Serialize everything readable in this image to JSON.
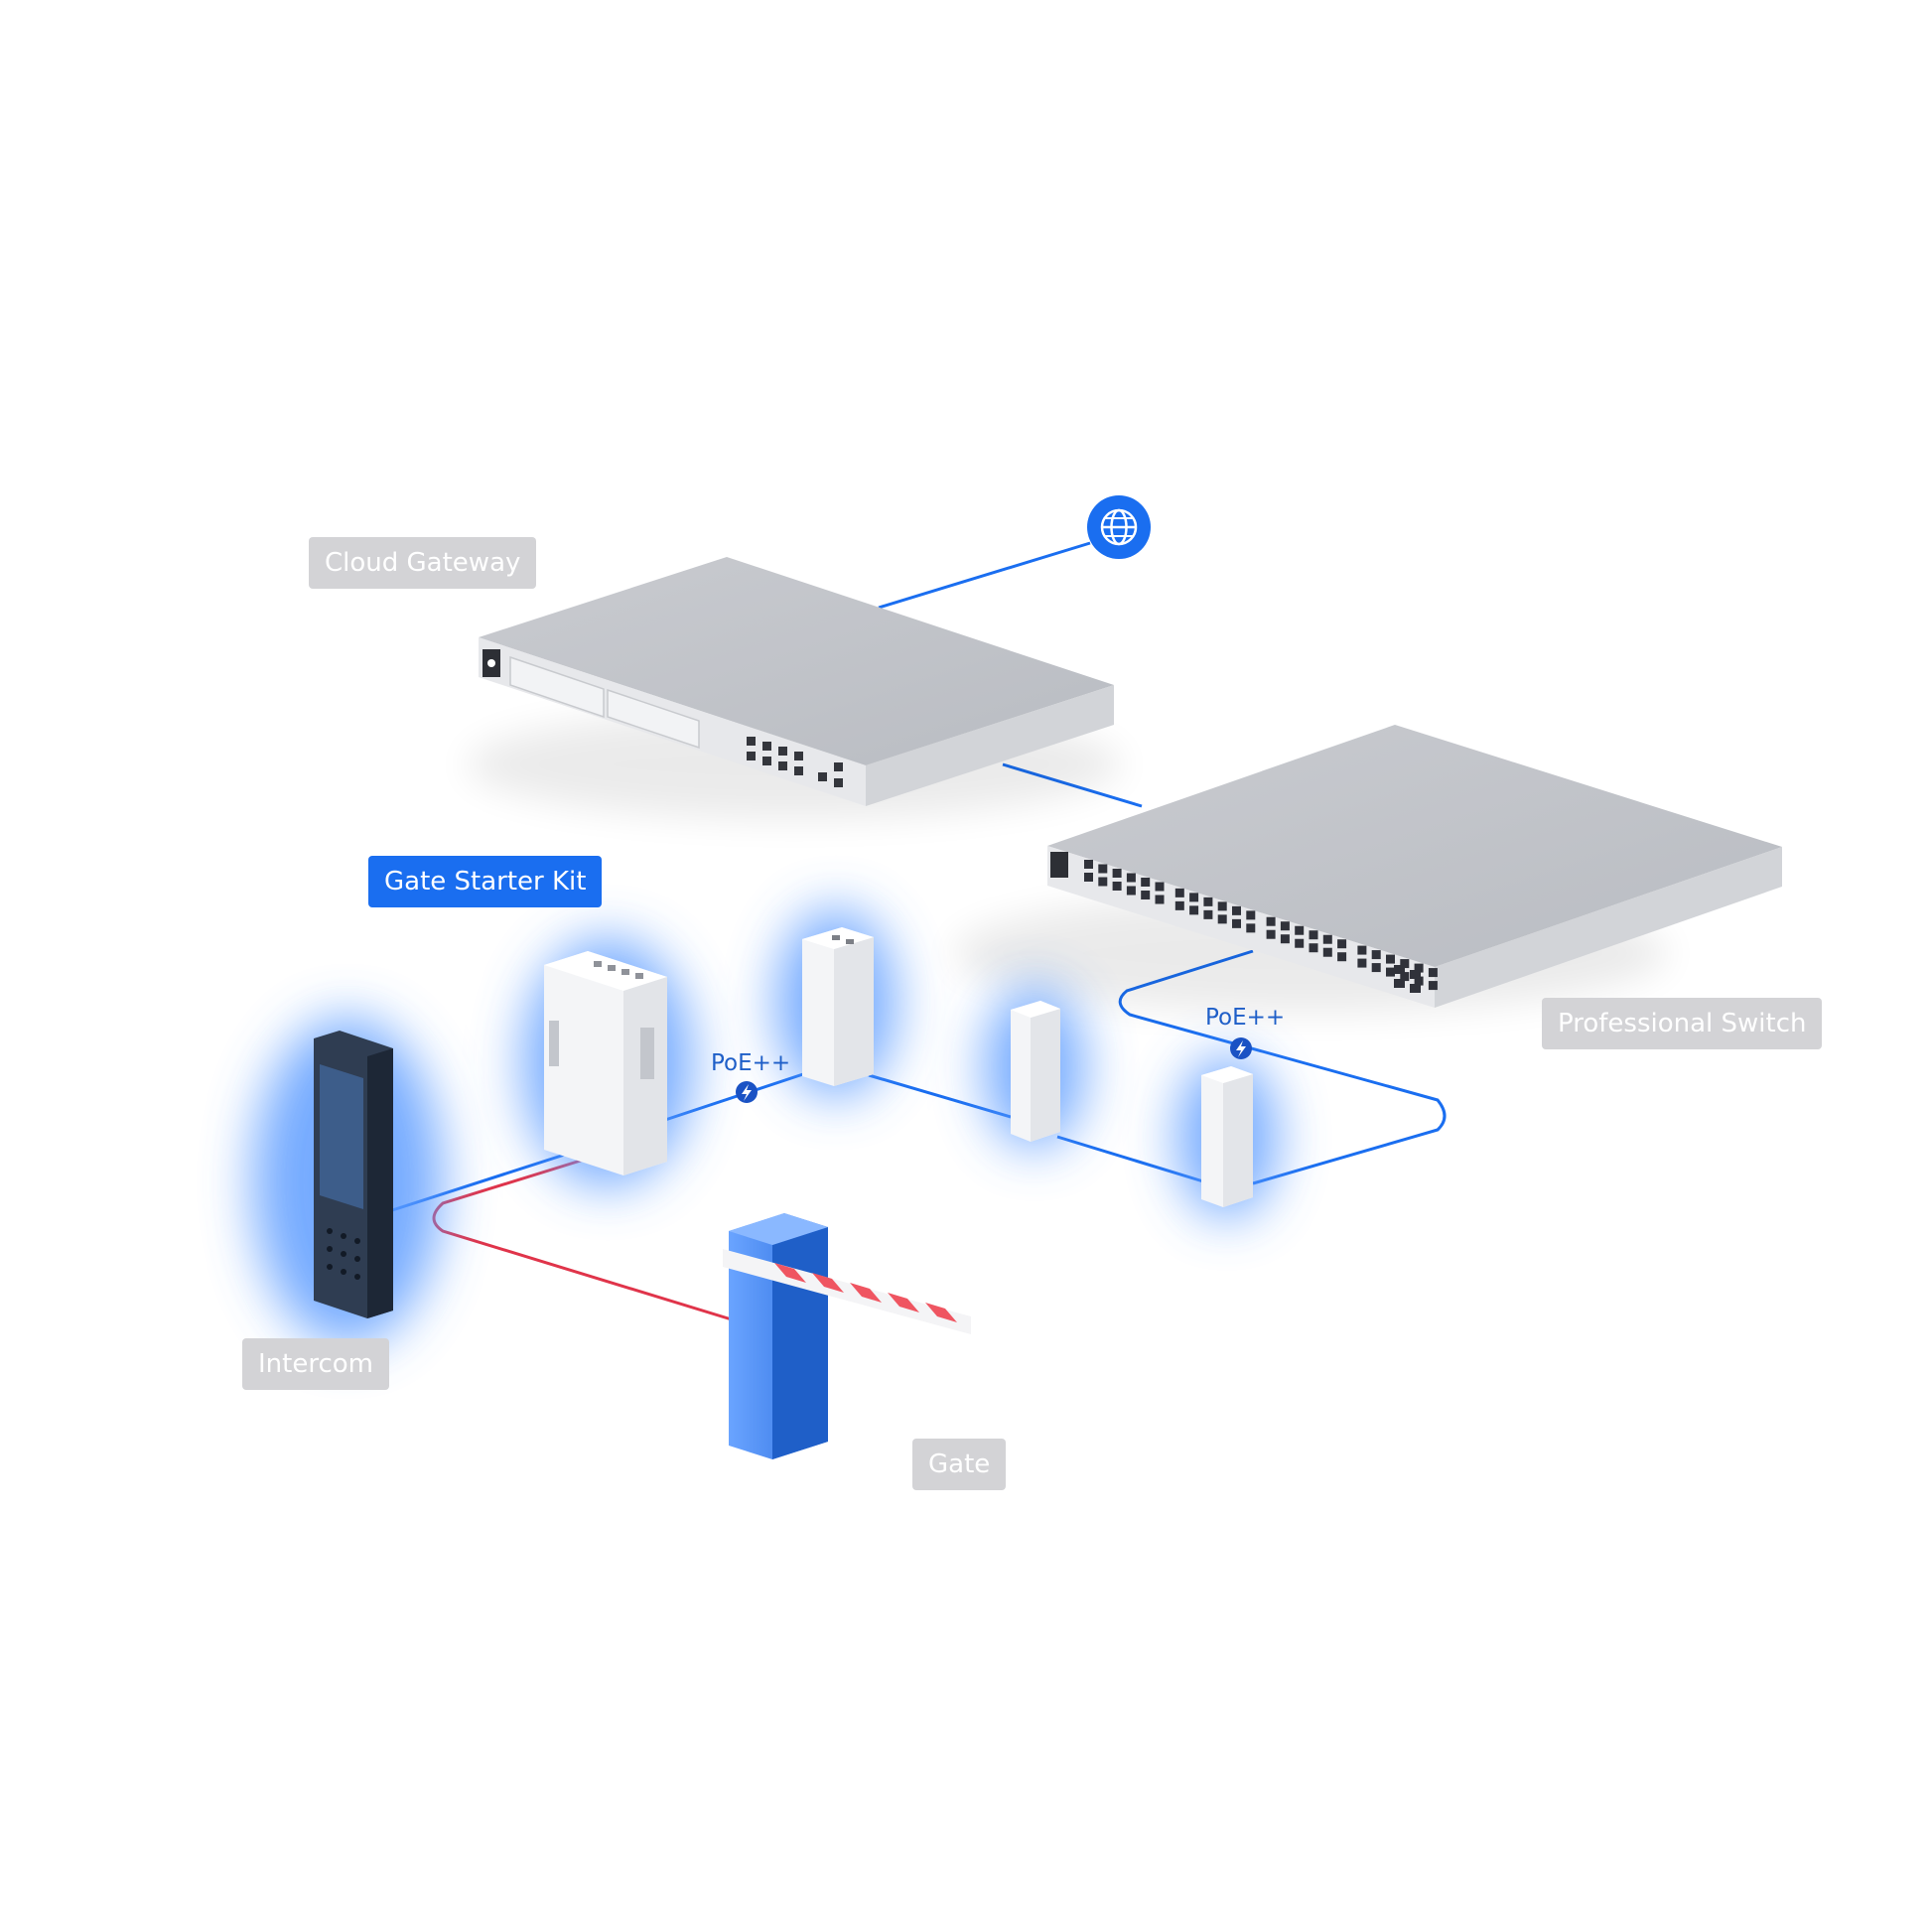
{
  "labels": {
    "cloud_gateway": "Cloud Gateway",
    "gate_starter_kit": "Gate Starter Kit",
    "professional_switch": "Professional Switch",
    "intercom": "Intercom",
    "gate": "Gate"
  },
  "poe": {
    "left": "PoE++",
    "right": "PoE++"
  },
  "icons": {
    "internet": "globe-icon",
    "power": "lightning-bolt-icon"
  },
  "colors": {
    "network_link": "#1a6ef0",
    "relay_link": "#e0344a",
    "label_bg": "#d3d3d6",
    "highlight_label_bg": "#1a6ef0",
    "glow": "#5b9bff"
  }
}
